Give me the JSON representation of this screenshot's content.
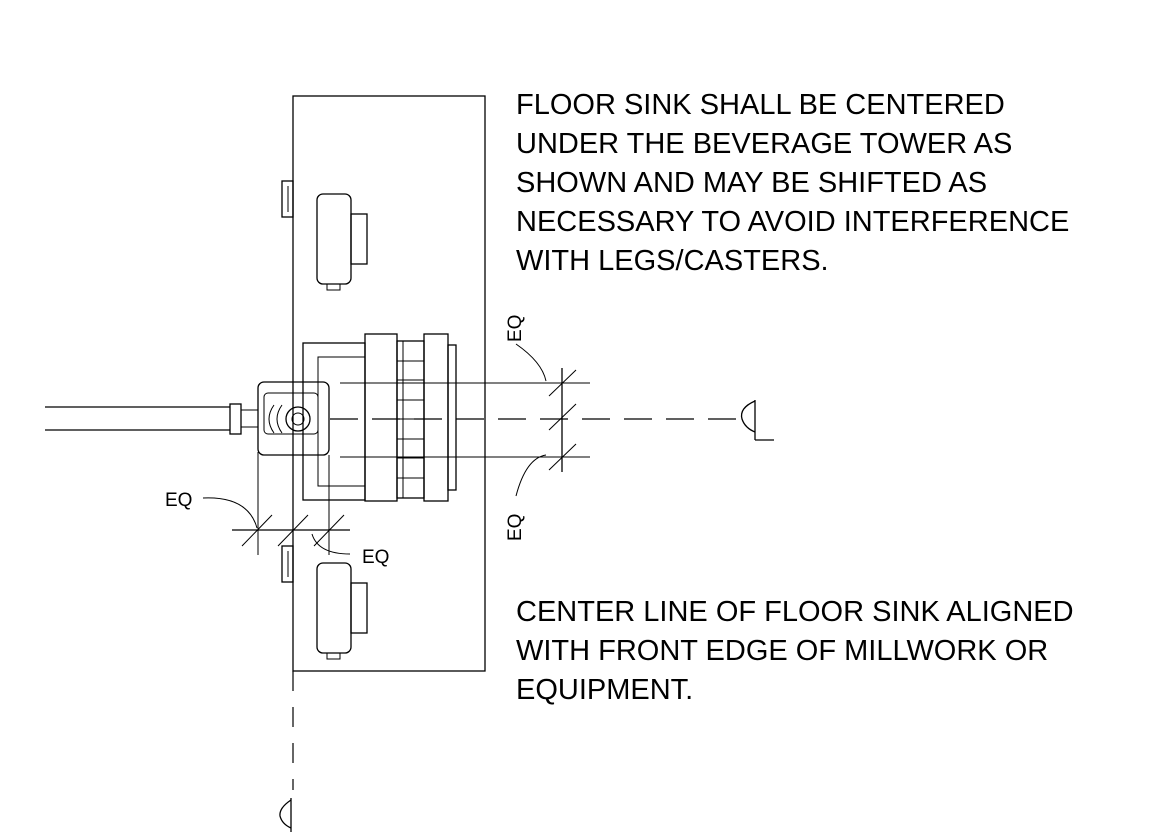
{
  "notes": {
    "top": [
      "FLOOR SINK SHALL BE CENTERED",
      "UNDER THE BEVERAGE TOWER AS",
      "SHOWN AND MAY BE SHIFTED AS",
      "NECESSARY TO AVOID INTERFERENCE",
      "WITH LEGS/CASTERS."
    ],
    "bottom": [
      "CENTER LINE OF FLOOR SINK ALIGNED",
      "WITH FRONT EDGE OF MILLWORK OR",
      "EQUIPMENT."
    ]
  },
  "dimension_labels": {
    "eq_upper_right": "EQ",
    "eq_lower_right": "EQ",
    "eq_left": "EQ",
    "eq_lower_center": "EQ"
  },
  "centerline_symbol": "CL"
}
